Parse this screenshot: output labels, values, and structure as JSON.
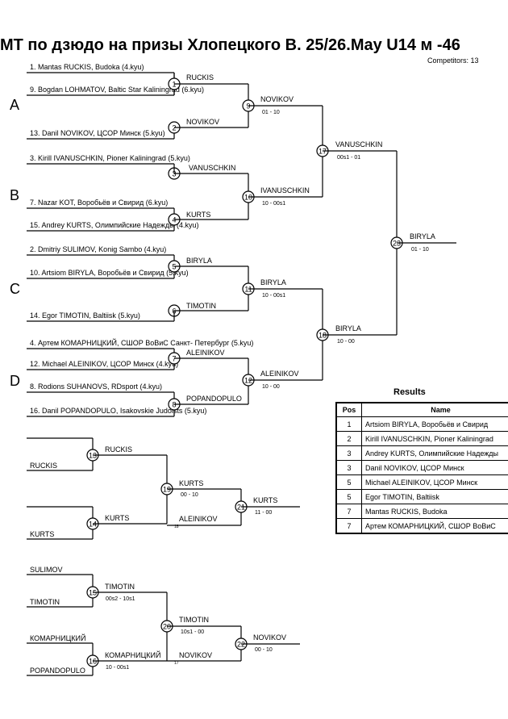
{
  "header": {
    "title": "MT по дзюдо на призы Хлопецкого В.  25/26.May     U14 м -46",
    "competitors": "Competitors: 13"
  },
  "pools": [
    "A",
    "B",
    "C",
    "D"
  ],
  "entries": [
    "1. Mantas RUCKIS, Budoka (4.kyu)",
    "9. Bogdan LOHMATOV, Baltic Star Kaliningrad (6.kyu)",
    "13. Danil NOVIKOV, ЦСОР Минск (5.kyu)",
    "3. Kirill IVANUSCHKIN, Pioner Kaliningrad (5.kyu)",
    "7.  Nazar KOT, Воробьёв и Свирид (6.kyu)",
    "15. Andrey KURTS, Олимпийские Надежды (4.kyu)",
    "2. Dmitriy SULIMOV, Konig Sambo (4.kyu)",
    "10. Artsiom BIRYLA, Воробьёв и Свирид (5.kyu)",
    "14. Egor TIMOTIN, Baltiisk (5.kyu)",
    "4. Артем КОМАРНИЦКИЙ, СШОР ВоВиС Санкт- Петербург (5.kyu)",
    "12. Michael ALEINIKOV, ЦСОР Минск (4.kyu)",
    "8. Rodions SUHANOVS, RDsport (4.kyu)",
    "16. Danil POPANDOPULO, Isakovskie Judoists (5.kyu)"
  ],
  "matches": [
    {
      "num": "1",
      "winner": "RUCKIS",
      "score": ""
    },
    {
      "num": "2",
      "winner": "NOVIKOV",
      "score": ""
    },
    {
      "num": "3",
      "winner": "VANUSCHKIN",
      "score": ""
    },
    {
      "num": "4",
      "winner": "KURTS",
      "score": ""
    },
    {
      "num": "5",
      "winner": "BIRYLA",
      "score": ""
    },
    {
      "num": "6",
      "winner": "TIMOTIN",
      "score": ""
    },
    {
      "num": "7",
      "winner": "ALEINIKOV",
      "score": ""
    },
    {
      "num": "8",
      "winner": "POPANDOPULO",
      "score": ""
    },
    {
      "num": "9",
      "winner": "NOVIKOV",
      "score": "01 - 10"
    },
    {
      "num": "10",
      "winner": "IVANUSCHKIN",
      "score": "10 - 00s1"
    },
    {
      "num": "11",
      "winner": "BIRYLA",
      "score": "10 - 00s1"
    },
    {
      "num": "12",
      "winner": "ALEINIKOV",
      "score": "10 - 00"
    },
    {
      "num": "17",
      "winner": "VANUSCHKIN",
      "score": "00s1 - 01"
    },
    {
      "num": "18",
      "winner": "BIRYLA",
      "score": "10 - 00"
    },
    {
      "num": "23",
      "winner": "BIRYLA",
      "score": "01 - 10"
    }
  ],
  "repechage_entries": [
    "RUCKIS",
    "KURTS",
    "SULIMOV",
    "TIMOTIN",
    "КОМАРНИЦКИЙ",
    "POPANDOPULO"
  ],
  "repechage_matches": [
    {
      "num": "13",
      "winner": "RUCKIS",
      "score": ""
    },
    {
      "num": "14",
      "winner": "KURTS",
      "score": ""
    },
    {
      "num": "19",
      "winner": "KURTS",
      "score": "00 - 10"
    },
    {
      "num": "21",
      "winner": "KURTS",
      "score": "11 - 00"
    },
    {
      "num": "15",
      "winner": "TIMOTIN",
      "score": "00s2 - 10s1"
    },
    {
      "num": "16",
      "winner": "КОМАРНИЦКИЙ",
      "score": "10 - 00s1"
    },
    {
      "num": "20",
      "winner": "TIMOTIN",
      "score": "10s1 - 00"
    },
    {
      "num": "22",
      "winner": "NOVIKOV",
      "score": "00 - 10"
    }
  ],
  "incoming": [
    {
      "name": "ALEINIKOV",
      "ref": "18"
    },
    {
      "name": "NOVIKOV",
      "ref": "17"
    }
  ],
  "results": {
    "title": "Results",
    "headers": {
      "pos": "Pos",
      "name": "Name"
    },
    "rows": [
      {
        "pos": "1",
        "name": "Artsiom BIRYLA, Воробьёв и Свирид"
      },
      {
        "pos": "2",
        "name": "Kirill IVANUSCHKIN, Pioner Kaliningrad"
      },
      {
        "pos": "3",
        "name": "Andrey KURTS, Олимпийские Надежды"
      },
      {
        "pos": "3",
        "name": "Danil NOVIKOV, ЦСОР Минск"
      },
      {
        "pos": "5",
        "name": "Michael ALEINIKOV, ЦСОР Минск"
      },
      {
        "pos": "5",
        "name": "Egor TIMOTIN, Baltiisk"
      },
      {
        "pos": "7",
        "name": "Mantas RUCKIS, Budoka"
      },
      {
        "pos": "7",
        "name": "Артем КОМАРНИЦКИЙ, СШОР ВоВиС"
      }
    ]
  }
}
